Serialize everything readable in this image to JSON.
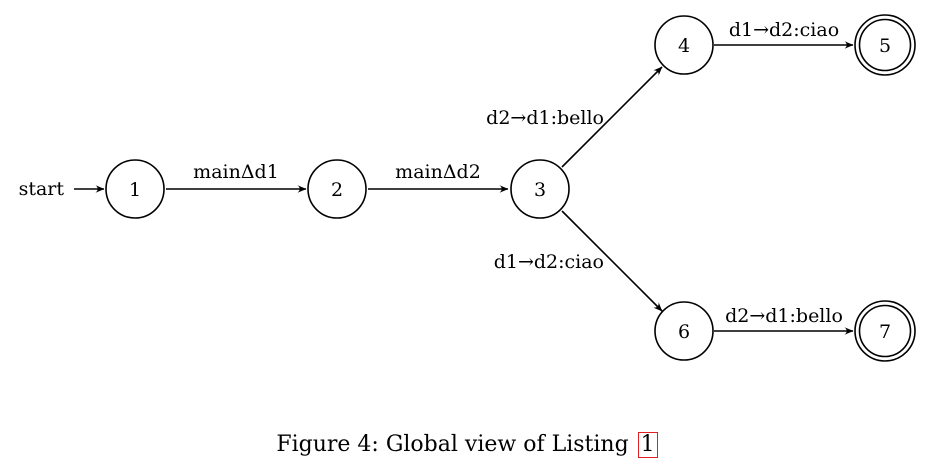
{
  "diagram": {
    "start_label": "start",
    "nodes": [
      {
        "id": "1",
        "label": "1",
        "accepting": false
      },
      {
        "id": "2",
        "label": "2",
        "accepting": false
      },
      {
        "id": "3",
        "label": "3",
        "accepting": false
      },
      {
        "id": "4",
        "label": "4",
        "accepting": false
      },
      {
        "id": "5",
        "label": "5",
        "accepting": true
      },
      {
        "id": "6",
        "label": "6",
        "accepting": false
      },
      {
        "id": "7",
        "label": "7",
        "accepting": true
      }
    ],
    "edges": [
      {
        "from": "1",
        "to": "2",
        "label": "mainΔd1"
      },
      {
        "from": "2",
        "to": "3",
        "label": "mainΔd2"
      },
      {
        "from": "3",
        "to": "4",
        "label": "d2→d1:bello"
      },
      {
        "from": "4",
        "to": "5",
        "label": "d1→d2:ciao"
      },
      {
        "from": "3",
        "to": "6",
        "label": "d1→d2:ciao"
      },
      {
        "from": "6",
        "to": "7",
        "label": "d2→d1:bello"
      }
    ]
  },
  "caption": {
    "text": "Figure 4: Global view of Listing",
    "ref": "1",
    "ref_color": "#e02020"
  }
}
